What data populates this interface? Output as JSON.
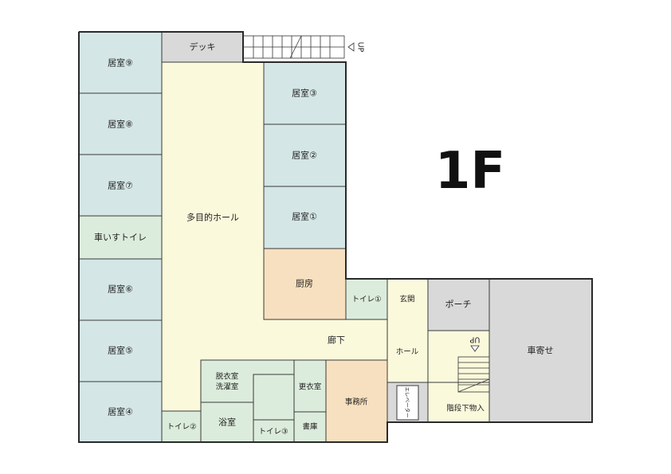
{
  "floor_label": "1F",
  "colors": {
    "bedroom": "#d4e6e6",
    "hall": "#fbf9dc",
    "kitchen": "#f7e0bf",
    "restroom": "#dcecdc",
    "gray": "#d9d9d9",
    "white": "#ffffff"
  },
  "rooms": {
    "deck": "デッキ",
    "room9": "居室⑨",
    "room8": "居室⑧",
    "room7": "居室⑦",
    "wheelchair_toilet": "車いすトイレ",
    "room6": "居室⑥",
    "room5": "居室⑤",
    "room4": "居室④",
    "room3": "居室③",
    "room2": "居室②",
    "room1": "居室①",
    "multipurpose_hall": "多目的ホール",
    "kitchen": "厨房",
    "toilet1": "トイレ①",
    "entrance": "玄関",
    "porch": "ポーチ",
    "carport": "車寄せ",
    "corridor": "廊下",
    "hall": "ホール",
    "dressing_line1": "脱衣室",
    "dressing_line2": "洗濯室",
    "changing": "更衣室",
    "office": "事務所",
    "bath": "浴室",
    "toilet2": "トイレ②",
    "toilet3": "トイレ③",
    "library": "書庫",
    "elevator": "エレベーター",
    "under_stairs": "階段下物入"
  },
  "stair_up_top": "UP",
  "stair_up_inner": "UP"
}
